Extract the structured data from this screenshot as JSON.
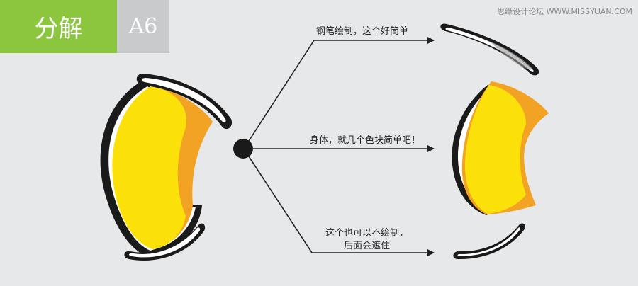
{
  "header": {
    "section_label": "分解",
    "step_label": "A6"
  },
  "watermark": "思缘设计论坛 WWW.MISSYUAN.COM",
  "annotations": {
    "top": "钢笔绘制，这个好简单",
    "middle": "身体，就几个色块简单吧！",
    "bottom_line1": "这个也可以不绘制，",
    "bottom_line2": "后面会遮住"
  },
  "colors": {
    "accent_green": "#8cc63f",
    "tab_grey": "#c9cacc",
    "background": "#e7e8ea",
    "body_yellow": "#fbe00a",
    "body_orange": "#f2a323",
    "outline": "#1a1a1a"
  }
}
